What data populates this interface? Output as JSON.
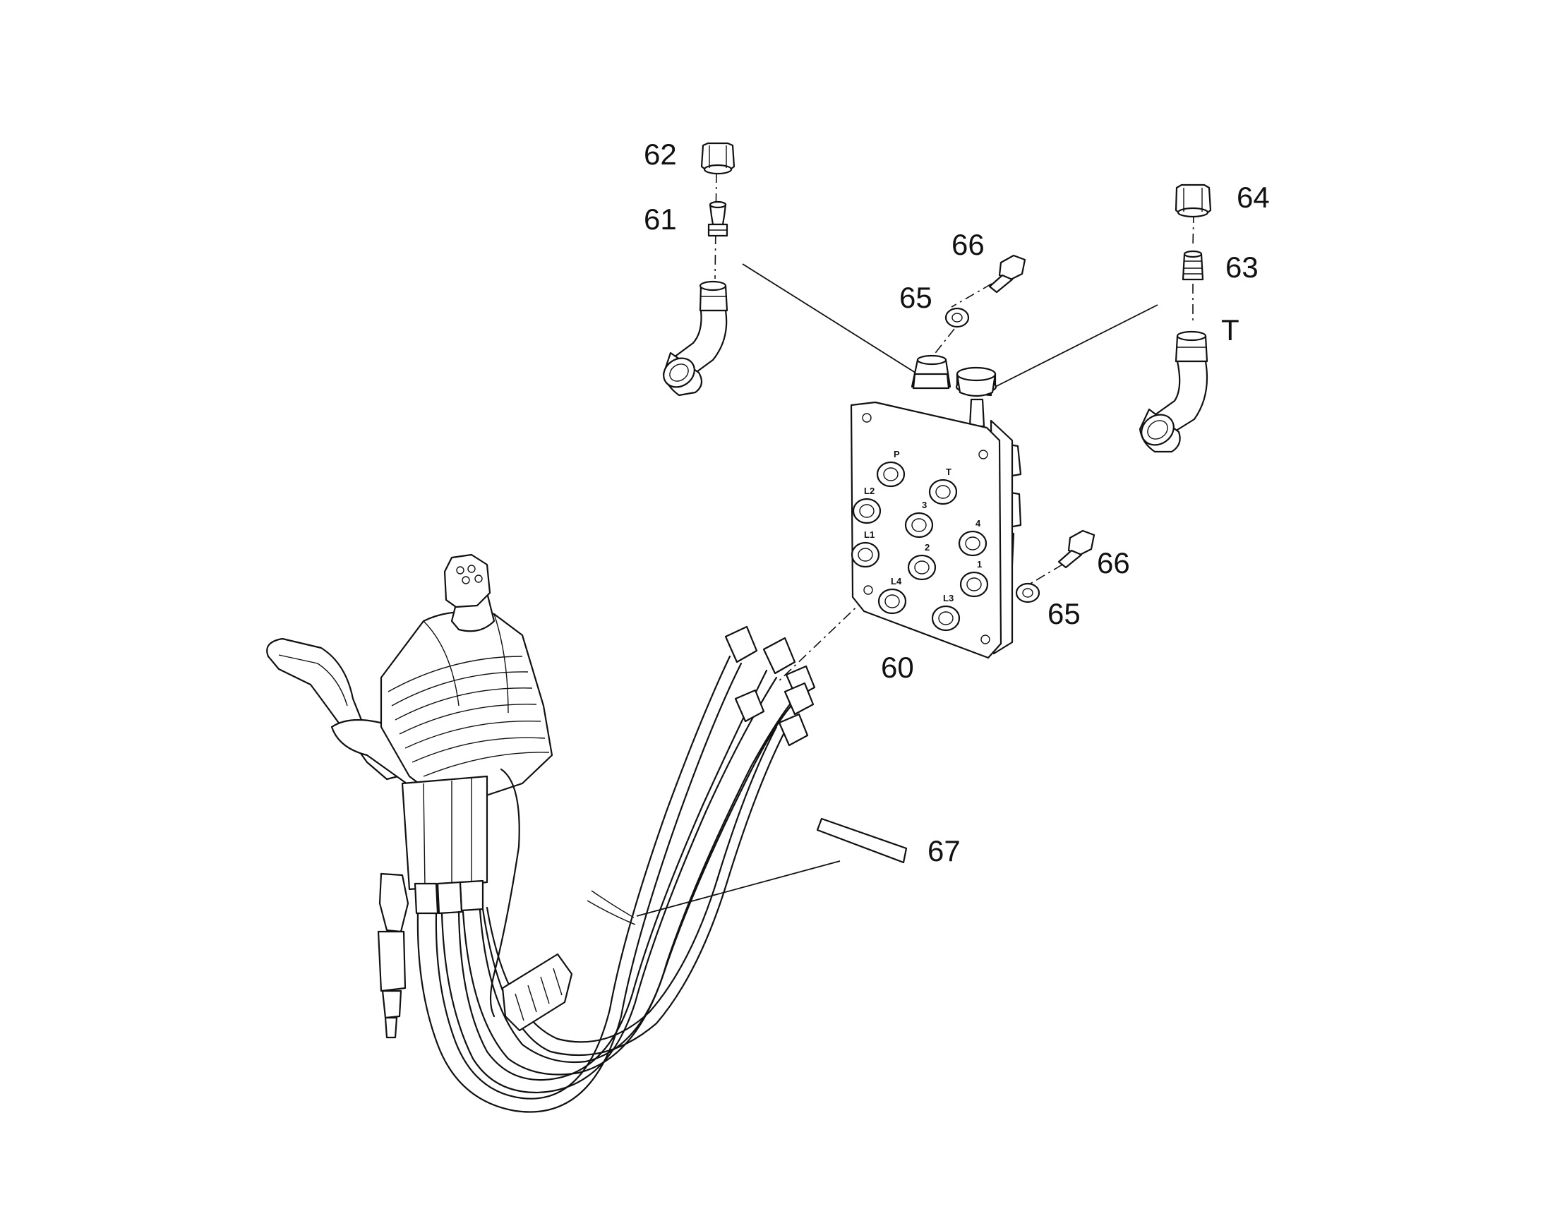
{
  "callouts": {
    "c60": "60",
    "c61": "61",
    "c62": "62",
    "c63": "63",
    "c64": "64",
    "c65a": "65",
    "c65b": "65",
    "c66a": "66",
    "c66b": "66",
    "c67": "67",
    "t_port": "T"
  },
  "port_labels": [
    "P",
    "T",
    "L2",
    "3",
    "4",
    "L1",
    "2",
    "1",
    "L4",
    "L3"
  ]
}
